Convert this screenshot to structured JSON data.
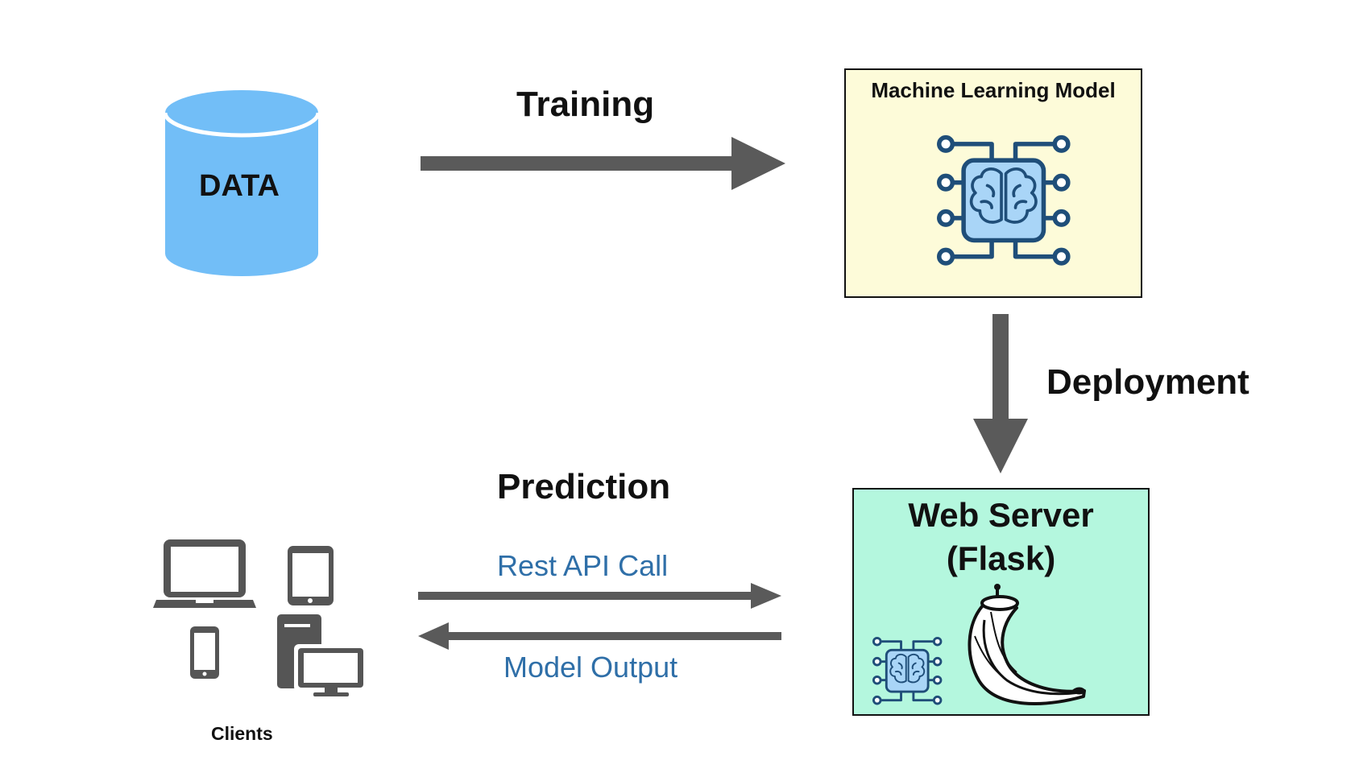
{
  "nodes": {
    "data": {
      "label": "DATA",
      "color": "#72bef7"
    },
    "ml_model": {
      "title": "Machine Learning Model",
      "fill": "#fdfbd9"
    },
    "web_server": {
      "title_line1": "Web Server",
      "title_line2": "(Flask)",
      "fill": "#b4f7de"
    },
    "clients": {
      "label": "Clients"
    }
  },
  "edges": {
    "training": {
      "label": "Training"
    },
    "deployment": {
      "label": "Deployment"
    },
    "prediction": {
      "label": "Prediction"
    },
    "rest_api_call": {
      "label": "Rest API Call"
    },
    "model_output": {
      "label": "Model Output"
    }
  },
  "colors": {
    "arrow": "#5a5a5a",
    "icon_stroke": "#1f4e79",
    "icon_fill": "#a9d5f7",
    "device": "#555555",
    "edge_sublabel": "#2f6fa8"
  },
  "icons": [
    "database-icon",
    "brain-chip-icon",
    "flask-horn-icon",
    "laptop-icon",
    "tablet-icon",
    "phone-icon",
    "desktop-computer-icon"
  ]
}
